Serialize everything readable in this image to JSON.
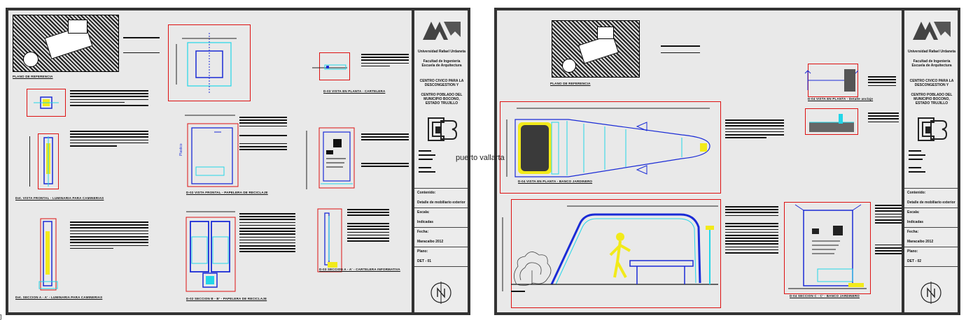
{
  "overlay_label": "puerto vallarta",
  "corner_mark": "]",
  "left_sheet": {
    "captions": {
      "plano_referencia": "PLANO DE REFERENCIA",
      "lum_frontal": "Det. VISTA FRONTAL - LUMINARIA PARA CAMINERIAS",
      "lum_seccion": "Det. SECCION A - A' - LUMINARIA PARA CAMINERIAS",
      "pap_frontal": "D-02 VISTA FRONTAL - PAPELERA DE RECICLAJE",
      "pap_seccion": "D-02 SECCION B - B' - PAPELERA DE RECICLAJE",
      "cart_planta": "D-03 VISTA EN PLANTA - CARTELERA",
      "cart_seccion": "D-03 SECCION A - A' - CARTELERA INFORMATIVA"
    },
    "plastico_label": "Plastico"
  },
  "right_sheet": {
    "captions": {
      "plano_referencia": "PLANO DE REFERENCIA",
      "banco_planta": "D-04 VISTA EN PLANTA - BANCO JARDINERO",
      "planta_detalle": "D-04 VISTA EN PLANTA - Detalle anclaje",
      "seccion_banco": "D-04 SECCION C - C' - BANCO JARDINERO"
    }
  },
  "title_block_left": {
    "university": "Universidad Rafael Urdaneta",
    "faculty": "Facultad de Ingeniería Escuela de Arquitectura",
    "project": "CENTRO CIVICO PARA LA DESCONGESTION Y",
    "project2": "CENTRO POBLADO DEL MUNICIPIO BOCONO, ESTADO TRUJILLO",
    "contenido_label": "Contenido:",
    "contenido": "Detalle de mobiliario exterior",
    "escala_label": "Escala:",
    "escala": "Indicadas",
    "fecha_label": "Fecha:",
    "fecha": "Maracaibo 2012",
    "plano_label": "Plano:",
    "plano": "DET - 01"
  },
  "title_block_right": {
    "university": "Universidad Rafael Urdaneta",
    "faculty": "Facultad de Ingeniería Escuela de Arquitectura",
    "project": "CENTRO CIVICO PARA LA DESCONGESTION Y",
    "project2": "CENTRO POBLADO DEL MUNICIPIO BOCONO, ESTADO TRUJILLO",
    "contenido_label": "Contenido:",
    "contenido": "Detalle de mobiliario exterior",
    "escala_label": "Escala:",
    "escala": "Indicadas",
    "fecha_label": "Fecha:",
    "fecha": "Maracaibo 2012",
    "plano_label": "Plano:",
    "plano": "DET - 02"
  },
  "colors": {
    "accent_red": "#dd1111",
    "blue": "#1a2bd6",
    "cyan": "#22d6e8",
    "yellow": "#f2ea1a",
    "frame": "#333333"
  },
  "icons": [
    "north-arrow-icon",
    "university-logo-icon",
    "municipality-logo-icon"
  ]
}
